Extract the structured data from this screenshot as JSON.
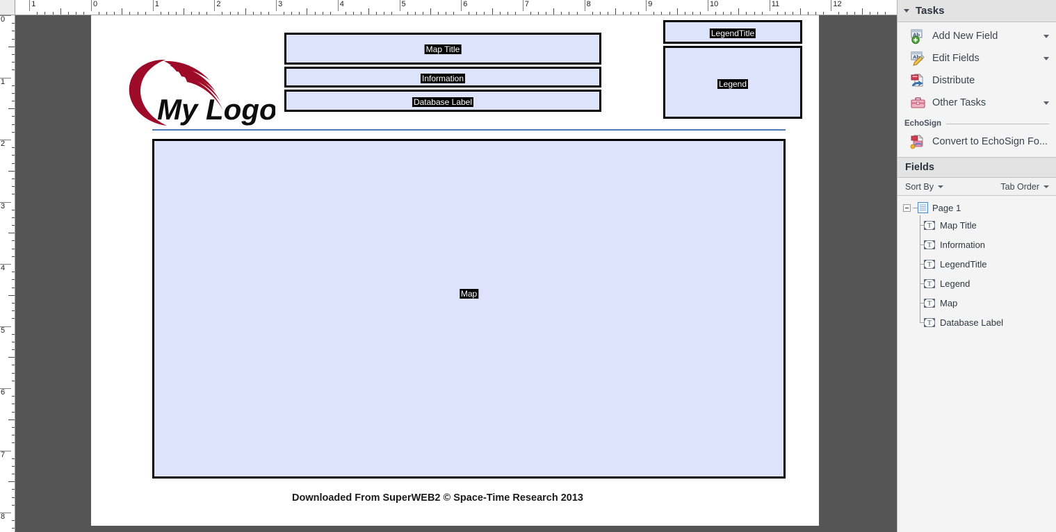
{
  "rulers": {
    "horizontal_labels": [
      "1",
      "0",
      "1",
      "2",
      "3",
      "4",
      "5",
      "6",
      "7",
      "8",
      "9",
      "10",
      "11",
      "12"
    ],
    "vertical_labels": [
      "0",
      "1",
      "2",
      "3",
      "4",
      "5",
      "6",
      "7",
      "8"
    ],
    "unit": "inches"
  },
  "document": {
    "logo_text": "My Logo",
    "logo_color": "#9e0b28",
    "footer": "Downloaded From SuperWEB2 © Space-Time Research 2013",
    "fields": [
      {
        "key": "map_title",
        "label": "Map Title"
      },
      {
        "key": "information",
        "label": "Information"
      },
      {
        "key": "database_label",
        "label": "Database Label"
      },
      {
        "key": "legend_title",
        "label": "LegendTitle"
      },
      {
        "key": "legend",
        "label": "Legend"
      },
      {
        "key": "map",
        "label": "Map"
      }
    ],
    "field_fill": "#dde3fb",
    "field_border": "#000000",
    "separator_color": "#4a7dbb"
  },
  "panel": {
    "tasks": {
      "title": "Tasks",
      "items": [
        {
          "label": "Add New Field",
          "icon": "add-field-icon",
          "has_dropdown": true
        },
        {
          "label": "Edit Fields",
          "icon": "edit-fields-icon",
          "has_dropdown": true
        },
        {
          "label": "Distribute",
          "icon": "distribute-icon",
          "has_dropdown": false
        },
        {
          "label": "Other Tasks",
          "icon": "other-tasks-icon",
          "has_dropdown": true
        }
      ],
      "section_label": "EchoSign",
      "echosign_item": {
        "label": "Convert to EchoSign Fo...",
        "icon": "echosign-icon"
      }
    },
    "fields": {
      "title": "Fields",
      "sort_by_label": "Sort By",
      "tab_order_label": "Tab Order",
      "tree": {
        "root": "Page 1",
        "children": [
          "Map Title",
          "Information",
          "LegendTitle",
          "Legend",
          "Map",
          "Database Label"
        ]
      }
    }
  }
}
